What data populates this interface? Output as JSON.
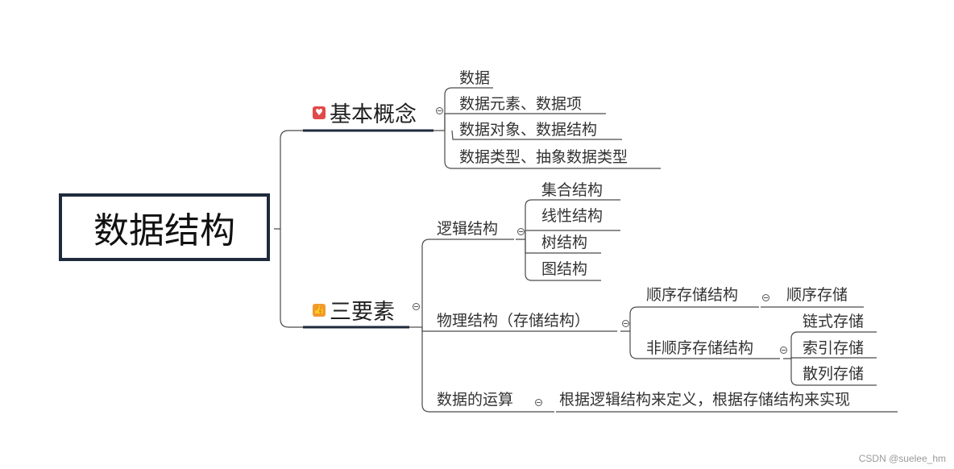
{
  "root": {
    "label": "数据结构"
  },
  "branches": {
    "basics": {
      "label": "基本概念",
      "icon": "heart-icon",
      "icon_color": "#e04a4a",
      "children": [
        "数据",
        "数据元素、数据项",
        "数据对象、数据结构",
        "数据类型、抽象数据类型"
      ]
    },
    "elements": {
      "label": "三要素",
      "icon": "thumbs-up-icon",
      "icon_color": "#f29a2e",
      "logical": {
        "label": "逻辑结构",
        "children": [
          "集合结构",
          "线性结构",
          "树结构",
          "图结构"
        ]
      },
      "physical": {
        "label": "物理结构（存储结构）",
        "sequential": {
          "label": "顺序存储结构",
          "child": "顺序存储"
        },
        "non_sequential": {
          "label": "非顺序存储结构",
          "children": [
            "链式存储",
            "索引存储",
            "散列存储"
          ]
        }
      },
      "operations": {
        "label": "数据的运算",
        "child": "根据逻辑结构来定义，根据存储结构来实现"
      }
    }
  },
  "watermark": "CSDN @suelee_hm",
  "colors": {
    "main_underline": "#1f2a3c",
    "line": "#4a4a4a",
    "root_border": "#1f2a3c"
  }
}
